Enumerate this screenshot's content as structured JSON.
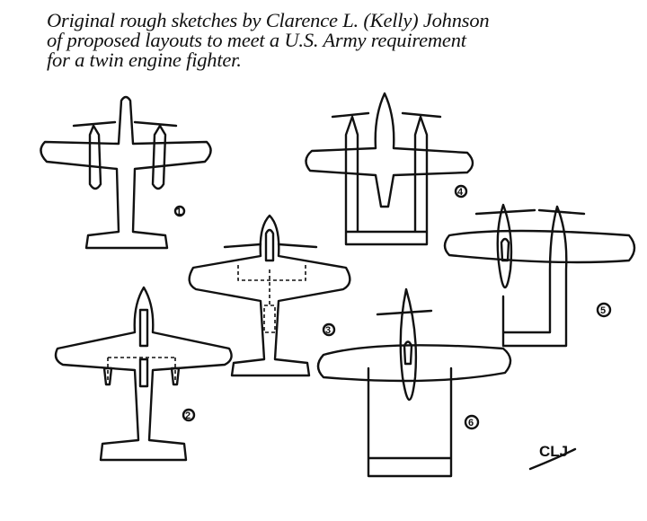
{
  "caption": {
    "lines": [
      "Original rough sketches by Clarence L. (Kelly) Johnson",
      "of proposed layouts to meet a U.S. Army requirement",
      "for a twin engine fighter."
    ]
  },
  "sketches": [
    {
      "label": "1"
    },
    {
      "label": "2"
    },
    {
      "label": "3"
    },
    {
      "label": "4"
    },
    {
      "label": "5"
    },
    {
      "label": "6"
    }
  ],
  "signature": "CLJ",
  "colors": {
    "ink": "#111111",
    "paper": "#ffffff"
  }
}
